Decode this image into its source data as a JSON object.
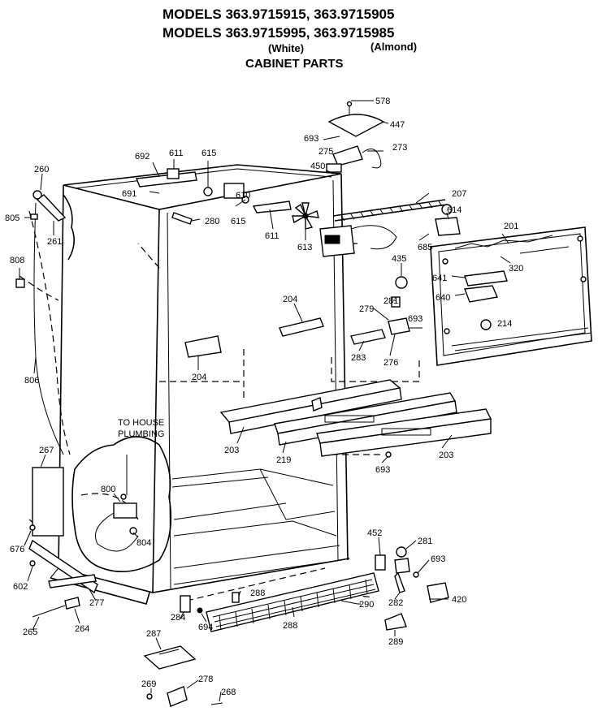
{
  "header": {
    "models_line_1": "MODELS 363.9715915, 363.9715905",
    "models_line_2": "MODELS 363.9715995, 363.9715985",
    "finish_white": "(White)",
    "finish_almond": "(Almond)",
    "section_title": "CABINET PARTS"
  },
  "callout_note": "TO HOUSE PLUMBING",
  "parts": [
    {
      "id": "p578",
      "text": "578"
    },
    {
      "id": "p447",
      "text": "447"
    },
    {
      "id": "p693a",
      "text": "693"
    },
    {
      "id": "p275",
      "text": "275"
    },
    {
      "id": "p273",
      "text": "273"
    },
    {
      "id": "p450",
      "text": "450"
    },
    {
      "id": "p692",
      "text": "692"
    },
    {
      "id": "p611a",
      "text": "611"
    },
    {
      "id": "p615a",
      "text": "615"
    },
    {
      "id": "p691",
      "text": "691"
    },
    {
      "id": "p610",
      "text": "610"
    },
    {
      "id": "p615b",
      "text": "615"
    },
    {
      "id": "p280",
      "text": "280"
    },
    {
      "id": "p611b",
      "text": "611"
    },
    {
      "id": "p613",
      "text": "613"
    },
    {
      "id": "p207",
      "text": "207"
    },
    {
      "id": "p614",
      "text": "614"
    },
    {
      "id": "p201",
      "text": "201"
    },
    {
      "id": "p685",
      "text": "685"
    },
    {
      "id": "p320",
      "text": "320"
    },
    {
      "id": "p260",
      "text": "260"
    },
    {
      "id": "p805",
      "text": "805"
    },
    {
      "id": "p261",
      "text": "261"
    },
    {
      "id": "p808",
      "text": "808"
    },
    {
      "id": "p435",
      "text": "435"
    },
    {
      "id": "p641",
      "text": "641"
    },
    {
      "id": "p640",
      "text": "640"
    },
    {
      "id": "p204a",
      "text": "204"
    },
    {
      "id": "p281a",
      "text": "281"
    },
    {
      "id": "p279",
      "text": "279"
    },
    {
      "id": "p693b",
      "text": "693"
    },
    {
      "id": "p214",
      "text": "214"
    },
    {
      "id": "p204b",
      "text": "204"
    },
    {
      "id": "p283",
      "text": "283"
    },
    {
      "id": "p276",
      "text": "276"
    },
    {
      "id": "p806",
      "text": "806"
    },
    {
      "id": "p203a",
      "text": "203"
    },
    {
      "id": "p219",
      "text": "219"
    },
    {
      "id": "p203b",
      "text": "203"
    },
    {
      "id": "p693c",
      "text": "693"
    },
    {
      "id": "p267",
      "text": "267"
    },
    {
      "id": "p800",
      "text": "800"
    },
    {
      "id": "p804",
      "text": "804"
    },
    {
      "id": "p452",
      "text": "452"
    },
    {
      "id": "p281b",
      "text": "281"
    },
    {
      "id": "p676",
      "text": "676"
    },
    {
      "id": "p693d",
      "text": "693"
    },
    {
      "id": "p602",
      "text": "602"
    },
    {
      "id": "p288a",
      "text": "288"
    },
    {
      "id": "p277",
      "text": "277"
    },
    {
      "id": "p282",
      "text": "282"
    },
    {
      "id": "p420",
      "text": "420"
    },
    {
      "id": "p290",
      "text": "290"
    },
    {
      "id": "p284",
      "text": "284"
    },
    {
      "id": "p694",
      "text": "694"
    },
    {
      "id": "p265",
      "text": "265"
    },
    {
      "id": "p264",
      "text": "264"
    },
    {
      "id": "p288b",
      "text": "288"
    },
    {
      "id": "p287",
      "text": "287"
    },
    {
      "id": "p289",
      "text": "289"
    },
    {
      "id": "p269",
      "text": "269"
    },
    {
      "id": "p278",
      "text": "278"
    },
    {
      "id": "p268",
      "text": "268"
    }
  ]
}
